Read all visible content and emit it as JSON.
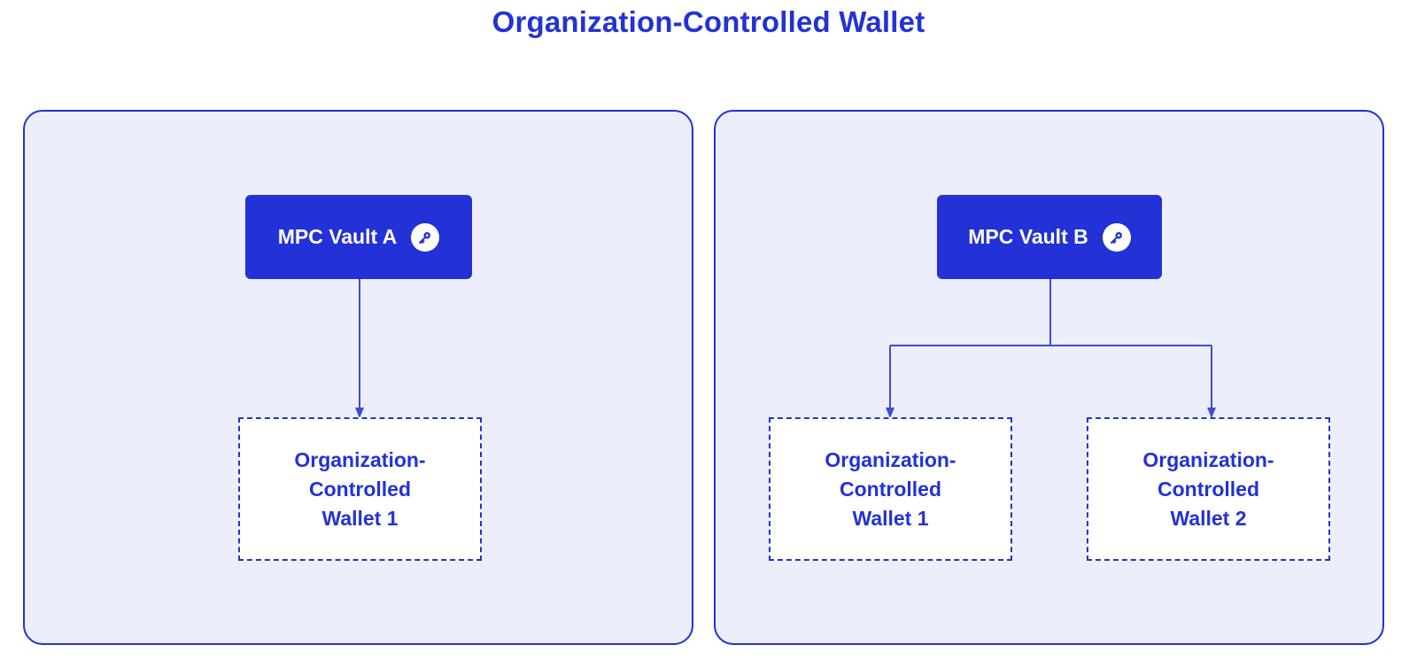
{
  "diagram": {
    "title": "Organization-Controlled Wallet",
    "colors": {
      "accent": "#2232d6",
      "panel_background": "#eceefb",
      "connector": "#3c4bd8"
    },
    "panel_a": {
      "vault": {
        "label": "MPC Vault A",
        "icon": "key-icon"
      },
      "wallets": [
        {
          "line1": "Organization-",
          "line2": "Controlled",
          "line3": "Wallet 1"
        }
      ]
    },
    "panel_b": {
      "vault": {
        "label": "MPC Vault B",
        "icon": "key-icon"
      },
      "wallets": [
        {
          "line1": "Organization-",
          "line2": "Controlled",
          "line3": "Wallet 1"
        },
        {
          "line1": "Organization-",
          "line2": "Controlled",
          "line3": "Wallet 2"
        }
      ]
    }
  }
}
